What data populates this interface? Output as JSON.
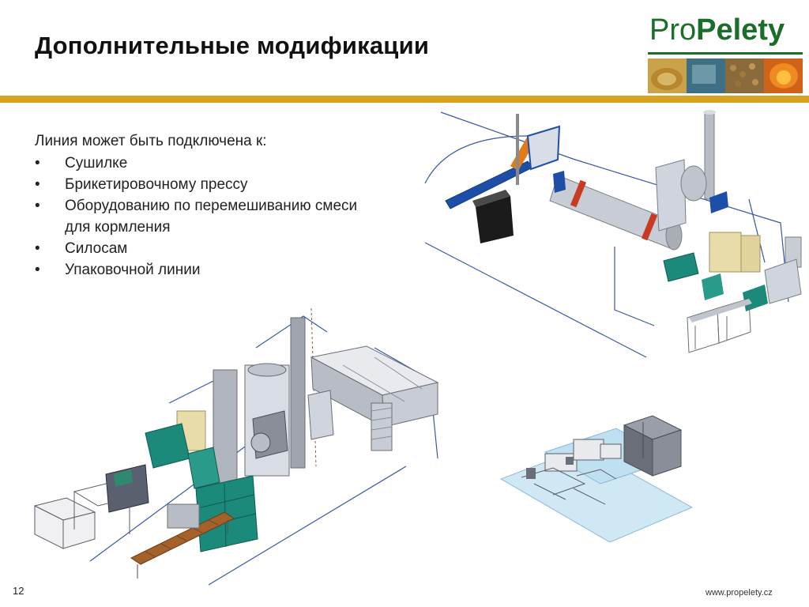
{
  "header": {
    "title": "Дополнительные модификации"
  },
  "logo": {
    "brand_part1": "Pro",
    "brand_part2": "Pelety",
    "brand_color": "#1b6e2a"
  },
  "accent_color": "#d6a21f",
  "content": {
    "intro": "Линия может быть подключена к:",
    "bullet_symbol": "•",
    "bullets": [
      "Сушилке",
      "Брикетировочному прессу",
      "Оборудованию по перемешиванию смеси",
      "для кормления",
      "Силосам",
      "Упаковочной линии"
    ]
  },
  "footer": {
    "page_number": "12",
    "url": "www.propelety.cz"
  }
}
